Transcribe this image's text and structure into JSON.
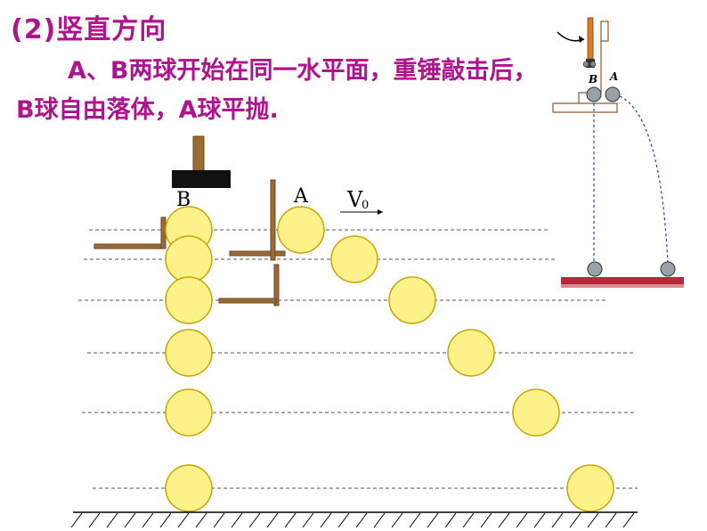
{
  "heading": "(2)竖直方向",
  "description": "A、B两球开始在同一水平面，重锤敲击后，B球自由落体，A球平抛.",
  "labels": {
    "ball_b": "B",
    "ball_a": "A",
    "velocity": "V",
    "velocity_sub": "0"
  },
  "inset": {
    "ball_b": "B",
    "ball_a": "A"
  },
  "colors": {
    "text": "#b0138e",
    "ball_fill": "#fdf28a",
    "ball_stroke": "#c8a400",
    "wood": "#9c6b35",
    "floor_inset": "#b52a36",
    "trajectory": "#1f3fbf"
  }
}
